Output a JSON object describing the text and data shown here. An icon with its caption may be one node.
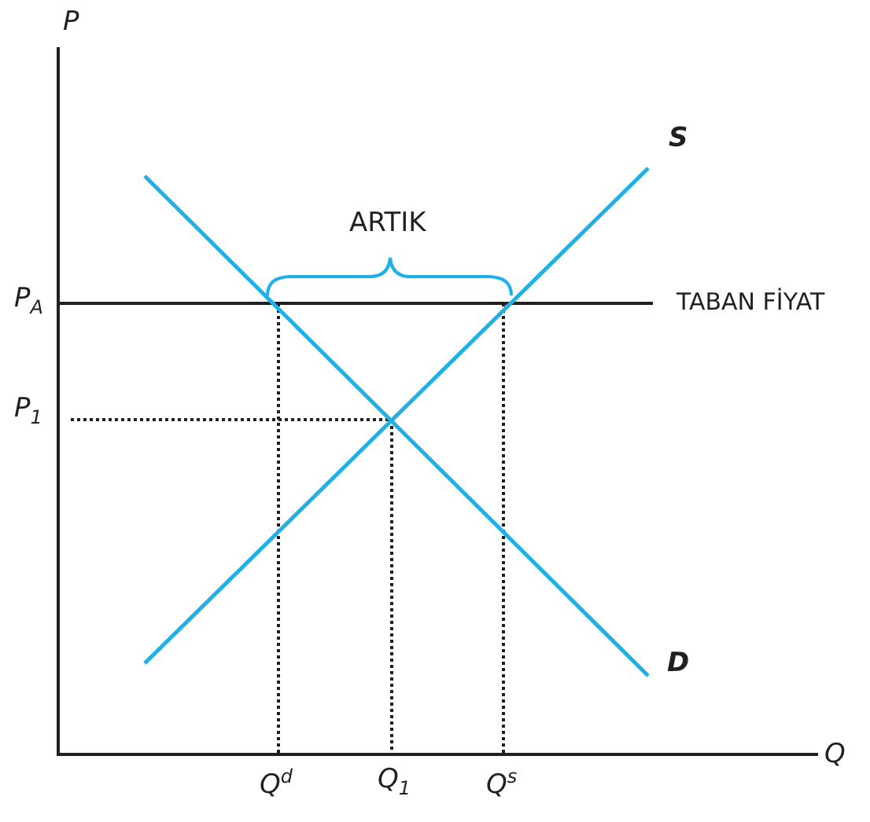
{
  "diagram": {
    "labels": [
      "P",
      "S",
      "ARTIK",
      "P$_{A}$",
      "TABAN FİYAT",
      "P$_{1}$",
      "D",
      "Q$^{d}$",
      "Q$_{1}$",
      "Q$^{s}$",
      "Q"
    ]
  }
}
